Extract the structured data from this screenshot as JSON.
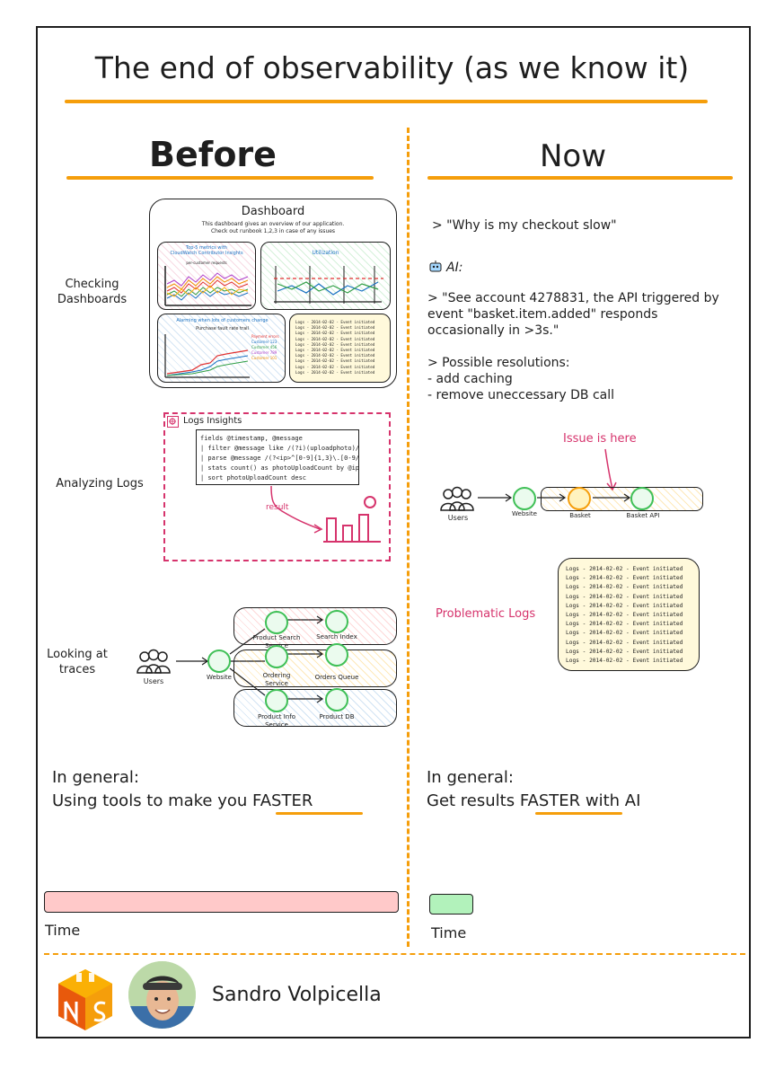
{
  "title": "The end of observability (as we know it)",
  "before": {
    "heading": "Before",
    "dashboard": {
      "label": "Checking\nDashboards",
      "title": "Dashboard",
      "subtitle1": "This dashboard gives an overview of our application.",
      "subtitle2": "Check out runbook 1,2,3 in case of any issues",
      "panel1_title": "Top-5 metrics with\nCloudWatch Contributor Insights",
      "panel1_sub": "per-customer requests",
      "panel2_title": "Utilization",
      "panel3_title": "Alarming when lots of customers change",
      "panel3_sub": "Purchase fault rate trail",
      "panel3_legend": [
        "Payment errors",
        "Customer 123",
        "Customer 456",
        "Customer 789",
        "Customer 101"
      ],
      "panel4_lines": [
        "Logs - 2014-02-02 - Event initiated",
        "Logs - 2014-02-02 - Event initiated",
        "Logs - 2014-02-02 - Event initiated",
        "Logs - 2014-02-02 - Event initiated",
        "Logs - 2014-02-02 - Event initiated",
        "Logs - 2014-02-02 - Event initiated",
        "Logs - 2014-02-02 - Event initiated",
        "Logs - 2014-02-02 - Event initiated",
        "Logs - 2014-02-02 - Event initiated",
        "Logs - 2014-02-02 - Event initiated"
      ]
    },
    "logs": {
      "label": "Analyzing Logs",
      "title": "Logs Insights",
      "query": [
        "fields @timestamp, @message",
        "| filter @message like /(?i)(uploadphoto)/",
        "| parse @message /(?<ip>^[0-9]{1,3}\\.[0-9/",
        "| stats count() as photoUploadCount by @ip",
        "| sort photoUploadCount desc"
      ],
      "result_label": "result"
    },
    "traces": {
      "label": "Looking at\ntraces",
      "users": "Users",
      "website": "Website",
      "product_search": "Product Search\nService",
      "search_index": "Search Index",
      "ordering": "Ordering\nService",
      "orders_queue": "Orders Queue",
      "product_info": "Product Info\nService",
      "product_db": "Product DB"
    },
    "general_label": "In general:",
    "general_text_pre": "Using tools to make you ",
    "general_text_em": "FASTER",
    "time_label": "Time",
    "time_color": "#ffc9c9"
  },
  "now": {
    "heading": "Now",
    "prompt": "> \"Why is my checkout slow\"",
    "ai_label": "AI:",
    "answer": "> \"See account 4278831, the API triggered by event \"basket.item.added\" responds occasionally in >3s.\"",
    "resolutions_title": "> Possible resolutions:",
    "resolutions": [
      "- add caching",
      "- remove uneccessary DB call"
    ],
    "issue_label": "Issue is here",
    "users": "Users",
    "website": "Website",
    "basket": "Basket",
    "basket_api": "Basket API",
    "problem_label": "Problematic Logs",
    "log_lines": [
      "Logs - 2014-02-02 - Event initiated",
      "Logs - 2014-02-02 - Event initiated",
      "Logs - 2014-02-02 - Event initiated",
      "Logs - 2014-02-02 - Event initiated",
      "Logs - 2014-02-02 - Event initiated",
      "Logs - 2014-02-02 - Event initiated",
      "Logs - 2014-02-02 - Event initiated",
      "Logs - 2014-02-02 - Event initiated",
      "Logs - 2014-02-02 - Event initiated",
      "Logs - 2014-02-02 - Event initiated",
      "Logs - 2014-02-02 - Event initiated"
    ],
    "general_label": "In general:",
    "general_pre": "Get results ",
    "general_em": "FASTER",
    "general_post": " with AI",
    "time_label": "Time",
    "time_color": "#b2f2bb"
  },
  "footer": {
    "name": "Sandro Volpicella"
  },
  "colors": {
    "accent": "#f59e0b",
    "pink": "#d6336c",
    "green": "#40c057"
  }
}
